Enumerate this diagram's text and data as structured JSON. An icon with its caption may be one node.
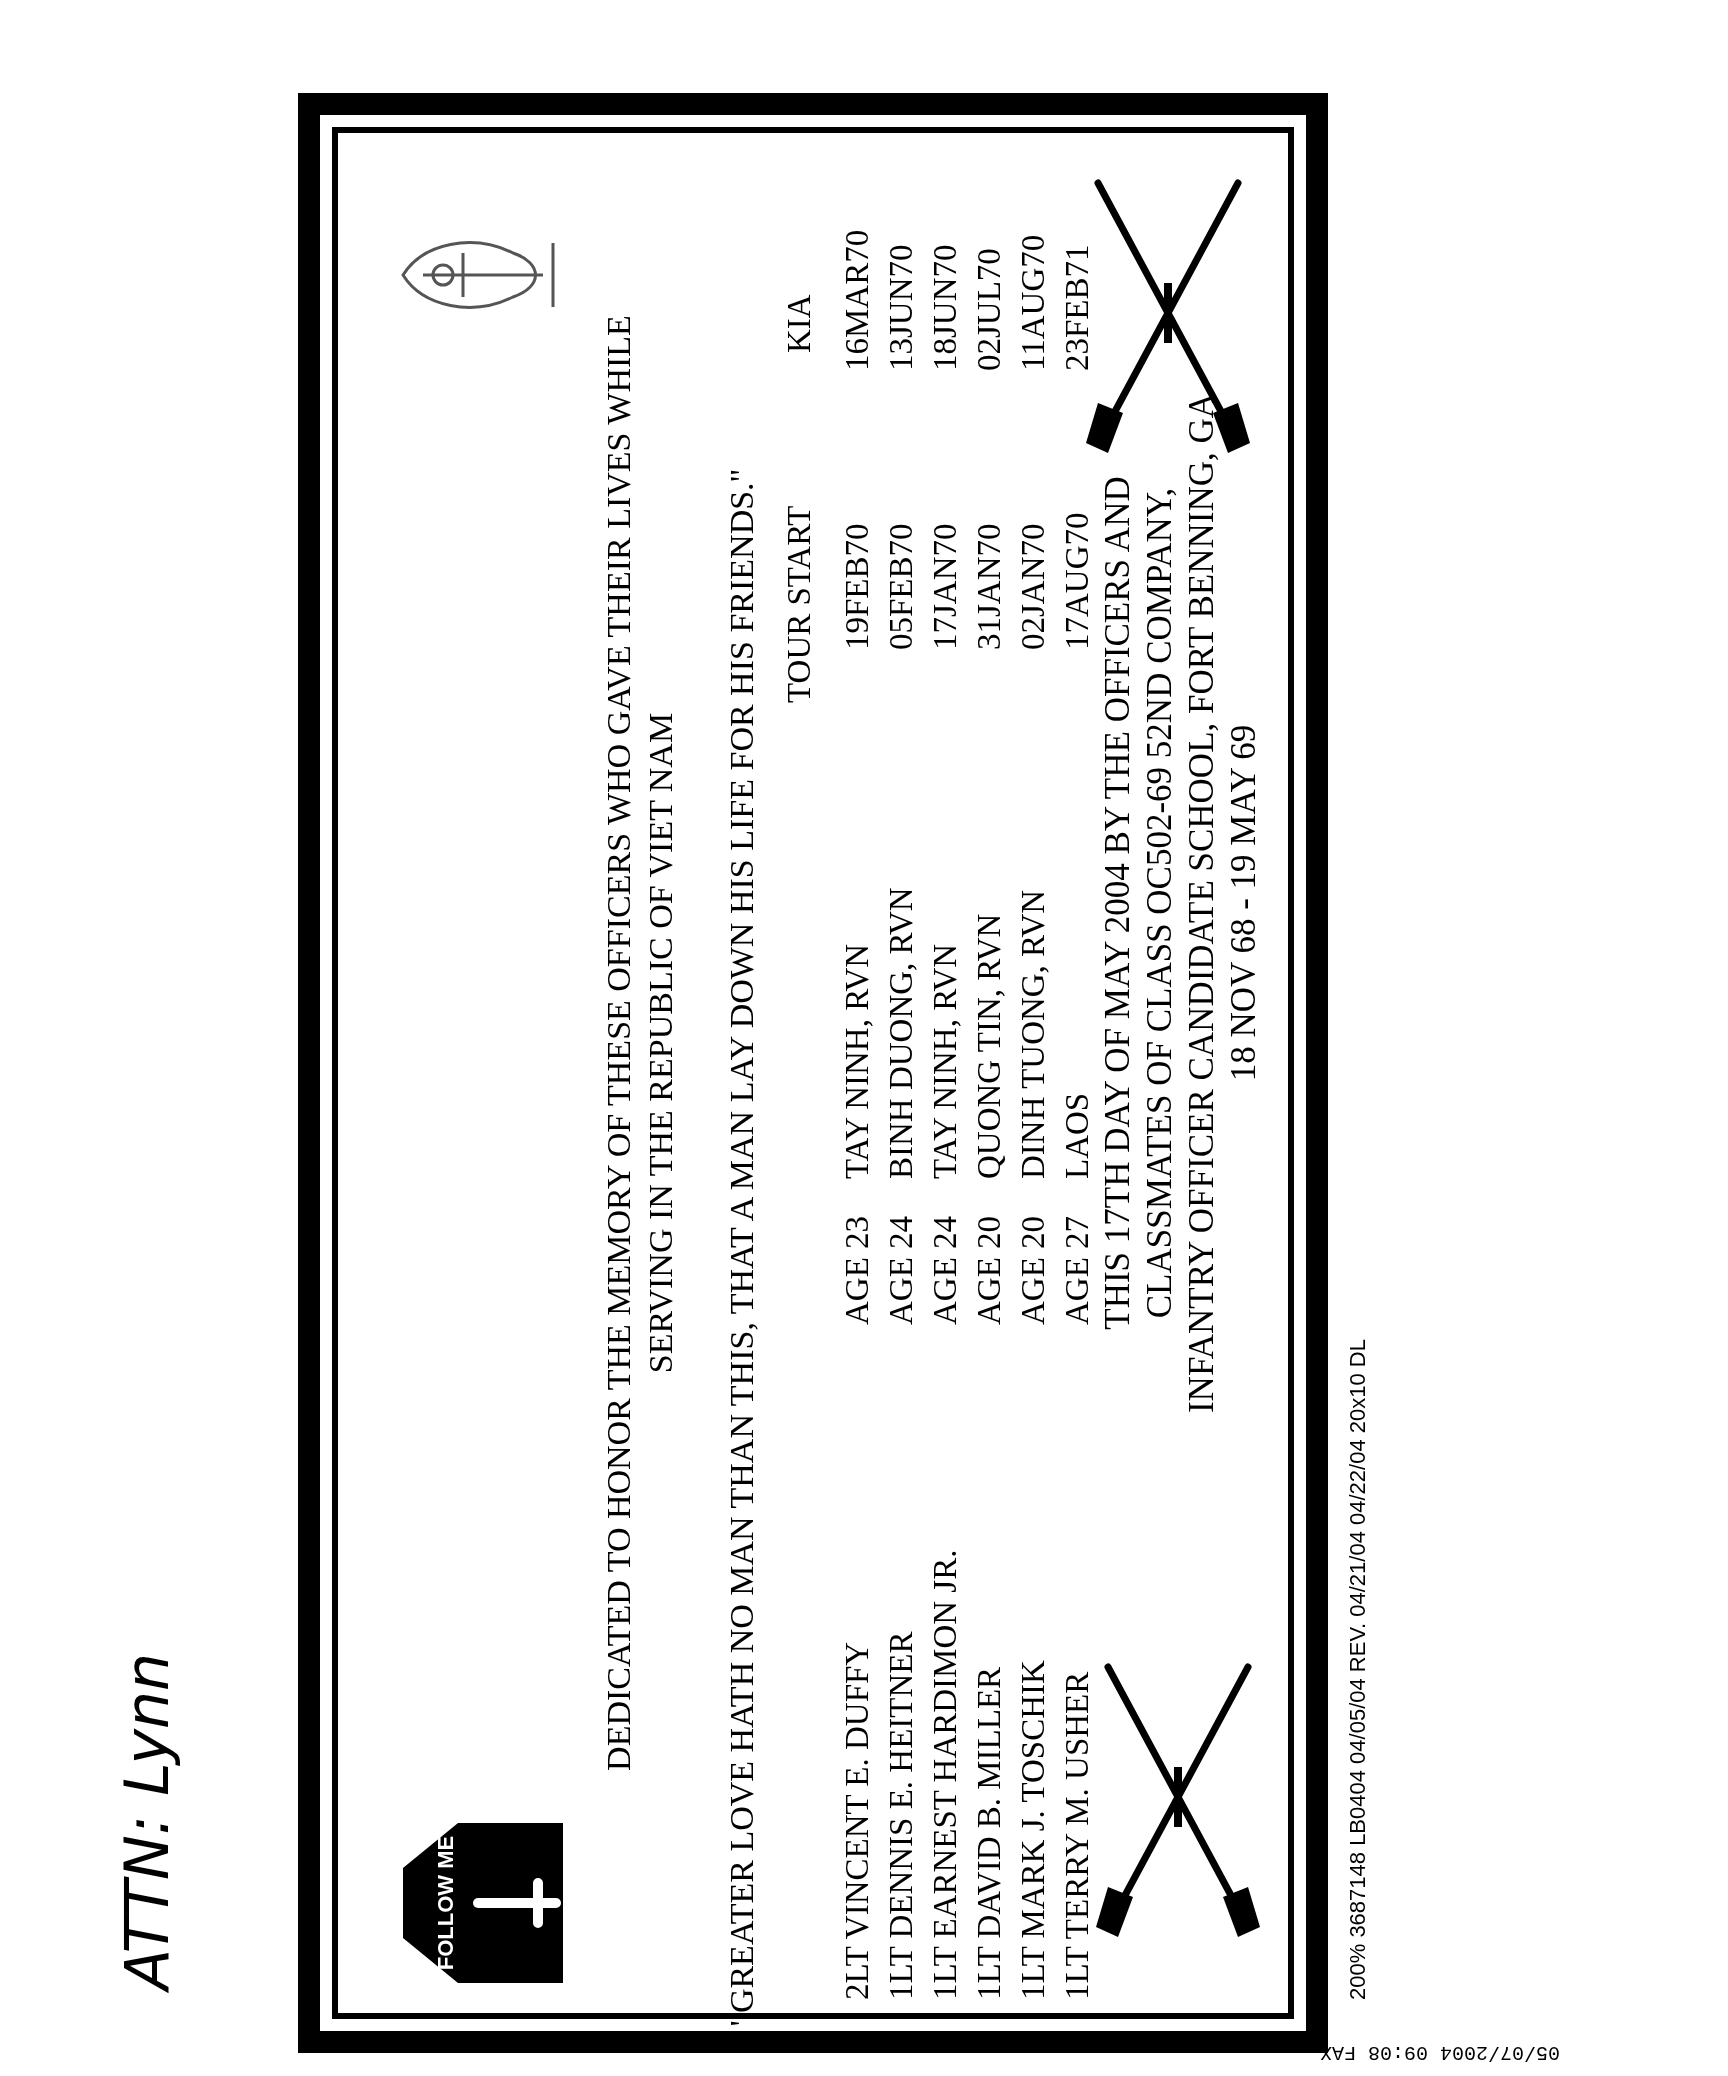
{
  "diagram": {
    "title": "DEDICATED TO HONOR THE MEMORY OF THESE OFFICERS WHO GAVE THEIR LIVES WHILE SERVING IN THE REPUBLIC OF VIET NAM",
    "nodes": [
      {
        "text": [
          "FOLLOW ME"
        ]
      }
    ],
    "labels": [
      "\"GREATER LOVE HATH NO MAN THAN THIS, THAT A MAN LAY DOWN HIS LIFE FOR HIS FRIENDS.\"",
      "TOUR START",
      "KIA",
      "2LT VINCENT E. DUFFY",
      "AGE 23",
      "TAY NINH, RVN",
      "19FEB70",
      "16MAR70",
      "1LT DENNIS E. HEITNER",
      "AGE 24",
      "BINH DUONG, RVN",
      "05FEB70",
      "13JUN70",
      "1LT EARNEST HARDIMON JR.",
      "AGE 24",
      "TAY NINH, RVN",
      "17JAN70",
      "18JUN70",
      "1LT DAVID B. MILLER",
      "AGE 20",
      "QUONG TIN, RVN",
      "31JAN70",
      "02JUL70",
      "1LT MARK J. TOSCHIK",
      "AGE 20",
      "DINH TUONG, RVN",
      "02JAN70",
      "11AUG70",
      "1LT TERRY M. USHER",
      "AGE 27",
      "LAOS",
      "17AUG70",
      "23FEB71",
      "THIS 17TH DAY OF MAY 2004 BY THE OFFICERS AND",
      "CLASSMATES OF CLASS OC502-69 52ND COMPANY,",
      "INFANTRY OFFICER CANDIDATE SCHOOL, FORT BENNING, GA",
      "18 NOV 68 - 19 MAY 69",
      "200% 3687148 LB0404 04/05/04 REV. 04/21/04 04/22/04 20x10 DL",
      "ATTN: Lynn",
      "05/07/2004 09:08 FAX"
    ]
  }
}
